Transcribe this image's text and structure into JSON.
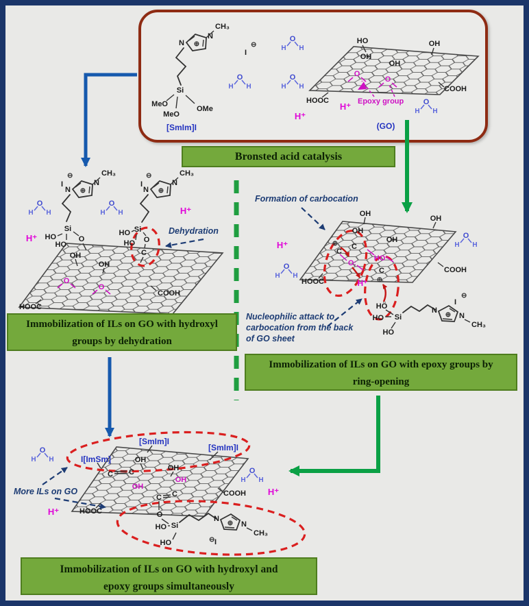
{
  "colors": {
    "background": "#e9e9e7",
    "navy_border": "#1b3569",
    "box_border": "#8e2b13",
    "banner_green": "#74a93c",
    "banner_border": "#4e7d1e",
    "arrow_green": "#0aa045",
    "arrow_blue": "#1659ad",
    "dash_green": "#1f9e40",
    "red_dashed": "#da1f1f",
    "magenta": "#ce10c3",
    "blue_label": "#2433c0",
    "annotation_navy": "#1d3c74"
  },
  "glyphs": {
    "oh": "OH",
    "ho": "HO",
    "o": "O",
    "o_colon": "O:",
    "c": "C",
    "n": "N",
    "h": "H",
    "si": "Si",
    "i": "I",
    "cooh": "COOH",
    "hooc": "HOOC",
    "ch3": "CH₃",
    "meo": "MeO",
    "ome": "OMe",
    "h_plus": "H⁺",
    "circ_plus": "⊕",
    "circ_minus": "⊖",
    "ho_dots": "HÖ"
  },
  "top_box": {
    "smim_label": "[SmIm]I",
    "go_label": "(GO)",
    "epoxy_label": "Epoxy group"
  },
  "banners": {
    "bronsted": "Bronsted acid catalysis",
    "hydroxyl": [
      "Immobilization of ILs on GO with hydroxyl",
      "groups by dehydration"
    ],
    "epoxy": [
      "Immobilization of ILs on GO with epoxy groups by",
      "ring-opening"
    ],
    "both": [
      "Immobilization of ILs on GO with hydroxyl and",
      "epoxy groups simultaneously"
    ]
  },
  "annotations": {
    "dehydration": "Dehydration",
    "formation": "Formation of carbocation",
    "nucleophilic": [
      "Nucleophilic attack to",
      "carbocation from the back",
      "of GO sheet"
    ],
    "more_ils": "More ILs on GO"
  },
  "product_labels": {
    "smim_top": "[SmIm]I",
    "smim_right": "[SmIm]I",
    "imsm_left": "I[ImSm]"
  }
}
